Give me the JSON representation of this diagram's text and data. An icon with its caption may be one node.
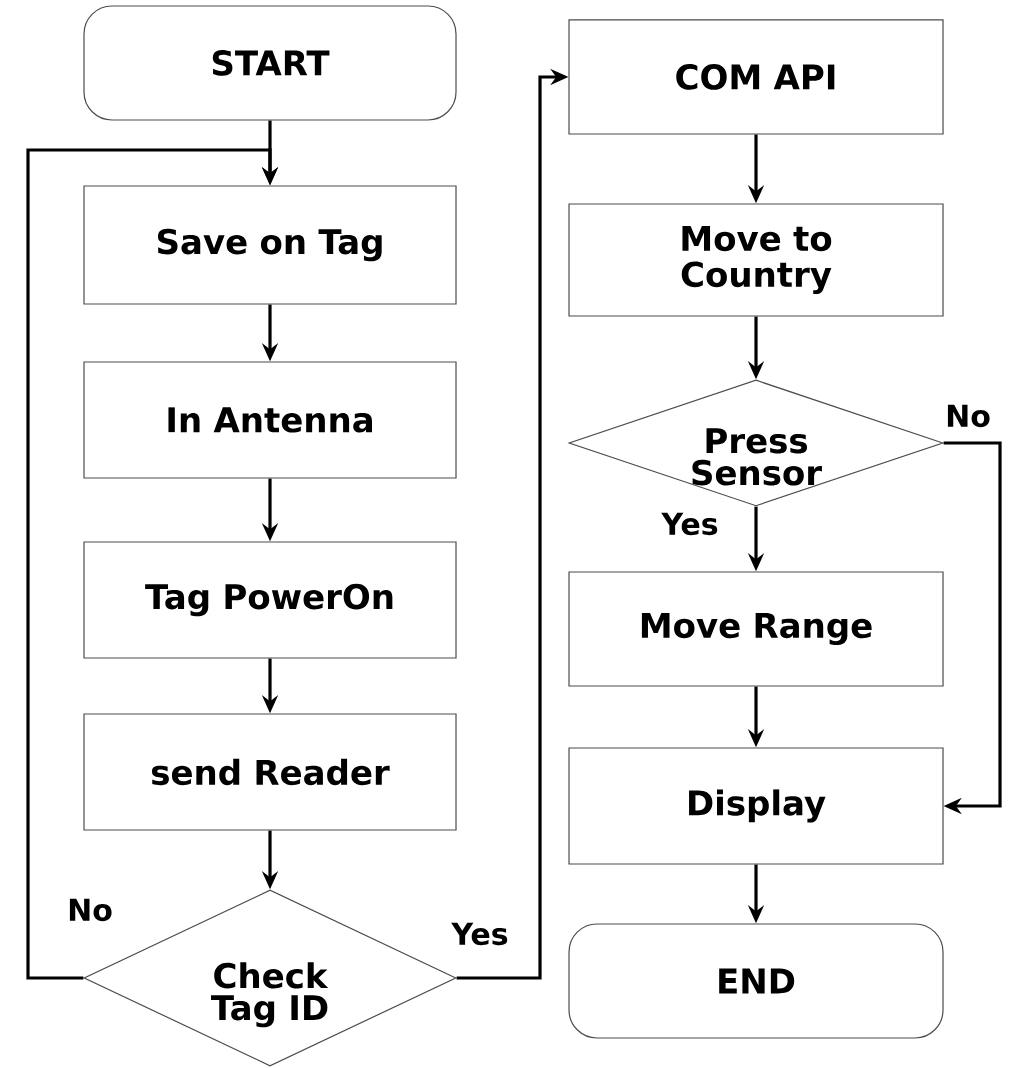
{
  "diagram": {
    "nodes": [
      {
        "text": [
          "START"
        ]
      },
      {
        "text": [
          "Save on Tag"
        ]
      },
      {
        "text": [
          "In Antenna"
        ]
      },
      {
        "text": [
          "Tag PowerOn"
        ]
      },
      {
        "text": [
          "send Reader"
        ]
      },
      {
        "text": [
          "Check Tag ID"
        ]
      },
      {
        "text": [
          "COM API"
        ]
      },
      {
        "text": [
          "Move to Country"
        ]
      },
      {
        "text": [
          "Press Sensor"
        ]
      },
      {
        "text": [
          "Move Range"
        ]
      },
      {
        "text": [
          "Display"
        ]
      },
      {
        "text": [
          "END"
        ]
      }
    ],
    "edges": [
      {
        "from": 0,
        "to": 1,
        "arrow": "to"
      },
      {
        "from": 1,
        "to": 2,
        "arrow": "to"
      },
      {
        "from": 2,
        "to": 3,
        "arrow": "to"
      },
      {
        "from": 3,
        "to": 4,
        "arrow": "to"
      },
      {
        "from": 4,
        "to": 5,
        "arrow": "to"
      },
      {
        "from": 5,
        "to": 1,
        "arrow": "to",
        "label": "No"
      },
      {
        "from": 5,
        "to": 6,
        "arrow": "to",
        "label": "Yes"
      },
      {
        "from": 6,
        "to": 7,
        "arrow": "to"
      },
      {
        "from": 7,
        "to": 8,
        "arrow": "to"
      },
      {
        "from": 8,
        "to": 9,
        "arrow": "to",
        "label": "Yes"
      },
      {
        "from": 8,
        "to": 10,
        "arrow": "to",
        "label": "No"
      },
      {
        "from": 9,
        "to": 10,
        "arrow": "to"
      },
      {
        "from": 10,
        "to": 11,
        "arrow": "to"
      }
    ]
  }
}
